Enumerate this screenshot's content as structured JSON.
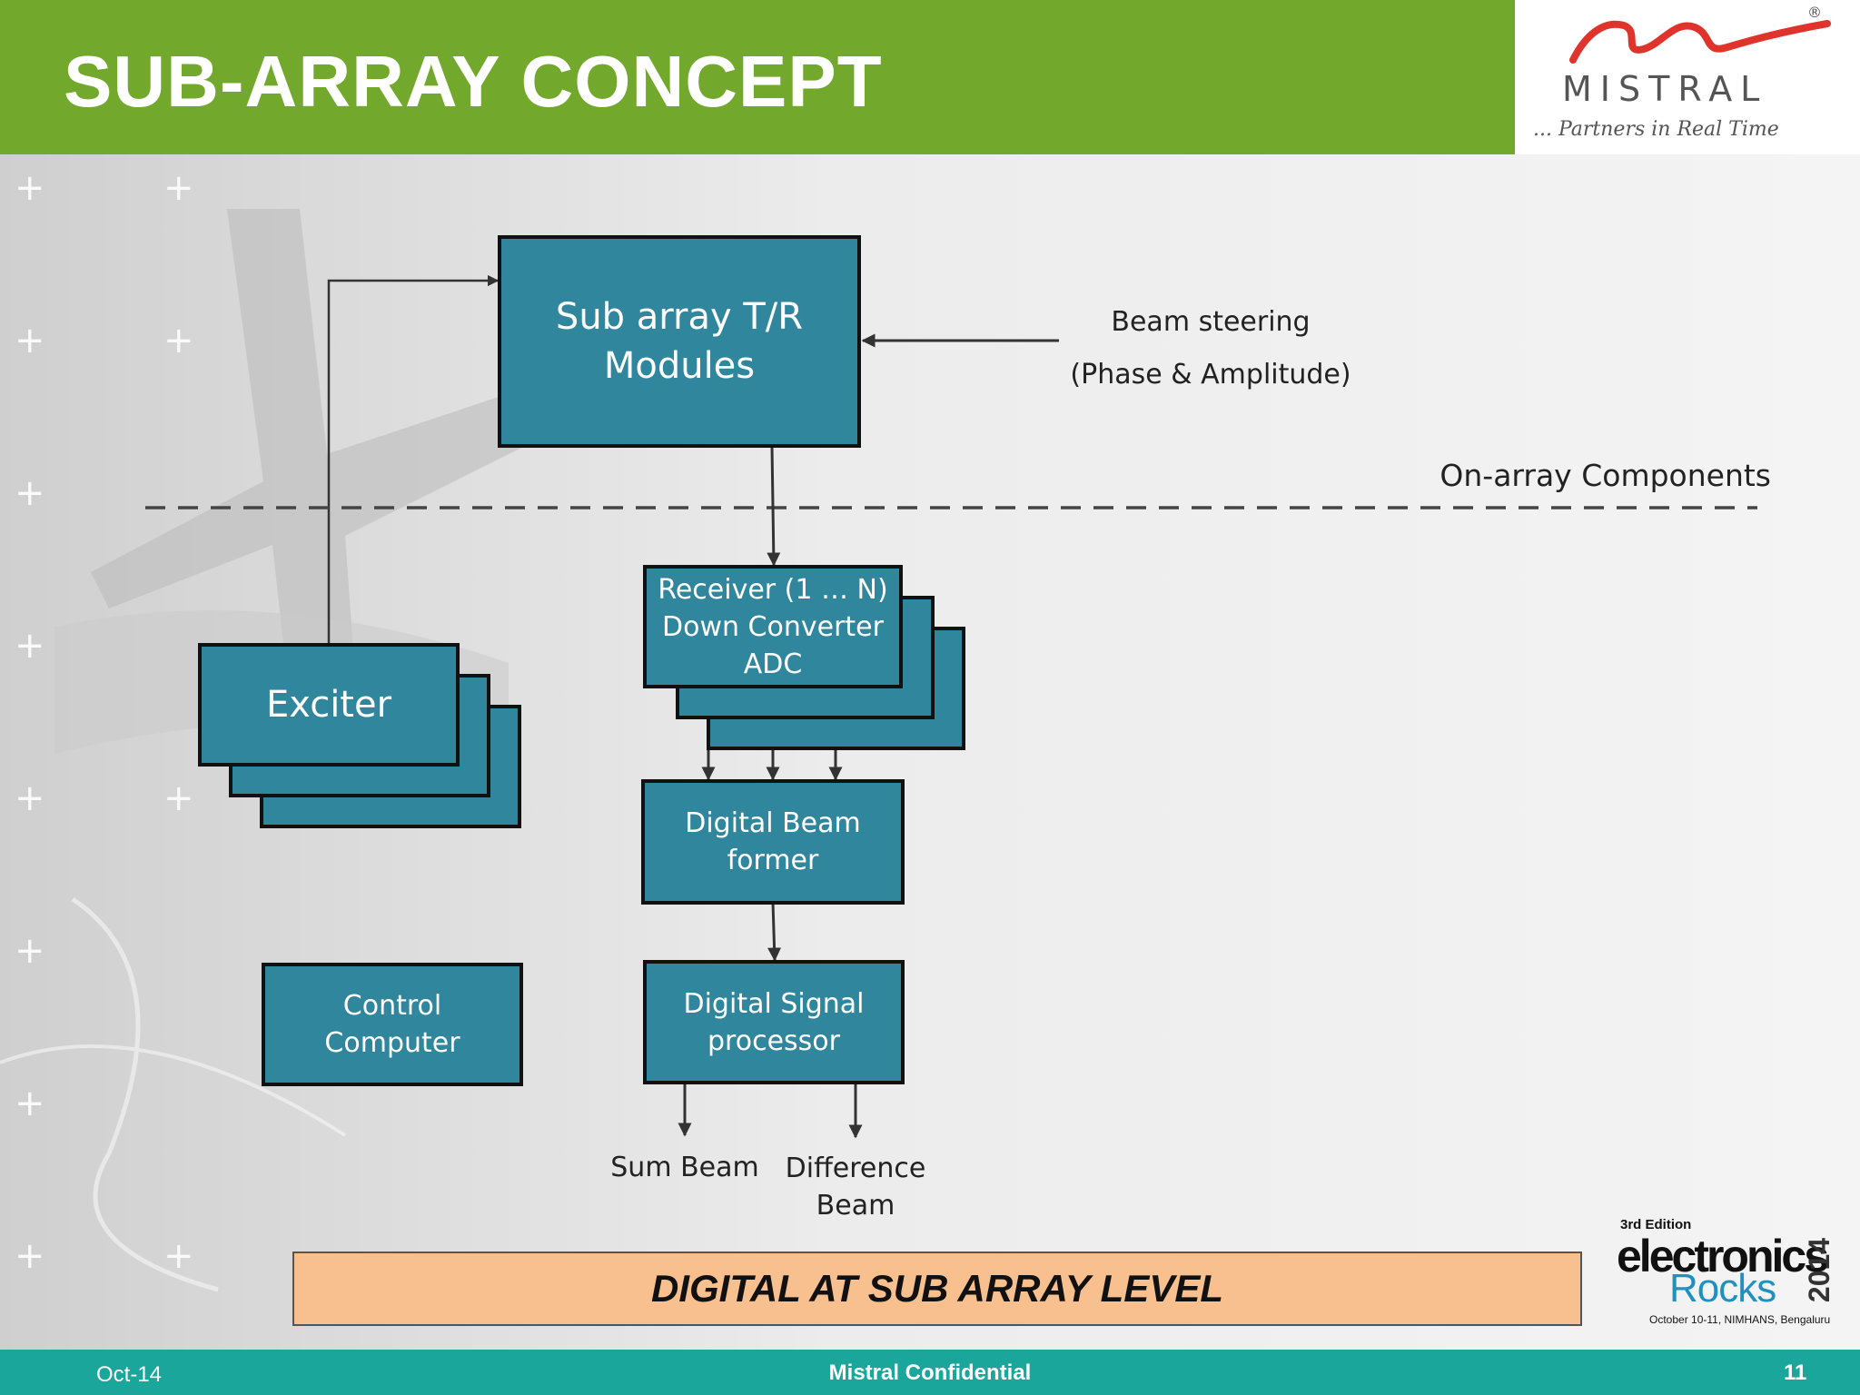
{
  "slide": {
    "title": "SUB-ARRAY CONCEPT",
    "brand": {
      "name": "MISTRAL",
      "tagline": "... Partners in Real Time",
      "registered": "®"
    }
  },
  "diagram": {
    "tr_modules": {
      "line1": "Sub array T/R",
      "line2": "Modules"
    },
    "beam_steering": {
      "line1": "Beam steering",
      "line2": "(Phase & Amplitude)"
    },
    "on_array_label": "On-array Components",
    "receiver": {
      "line1": "Receiver (1 … N)",
      "line2": "Down Converter",
      "line3": "ADC"
    },
    "exciter": "Exciter",
    "beam_former": {
      "line1": "Digital Beam",
      "line2": "former"
    },
    "control_computer": {
      "line1": "Control",
      "line2": "Computer"
    },
    "signal_processor": {
      "line1": "Digital Signal",
      "line2": "processor"
    },
    "sum_beam": "Sum Beam",
    "difference_beam": {
      "line1": "Difference",
      "line2": "Beam"
    }
  },
  "banner": "DIGITAL AT SUB ARRAY LEVEL",
  "event_logo": {
    "edition": "3rd Edition",
    "word1": "electronics",
    "word2": "Rocks",
    "year": "2014",
    "details": "October 10-11, NIMHANS, Bengaluru"
  },
  "footer": {
    "date": "Oct-14",
    "confidential": "Mistral Confidential",
    "page": "11"
  },
  "colors": {
    "header_green": "#72a92c",
    "box_teal": "#30869c",
    "banner_peach": "#f8c08e",
    "footer_teal": "#1aa69a",
    "logo_red": "#e0332b"
  }
}
